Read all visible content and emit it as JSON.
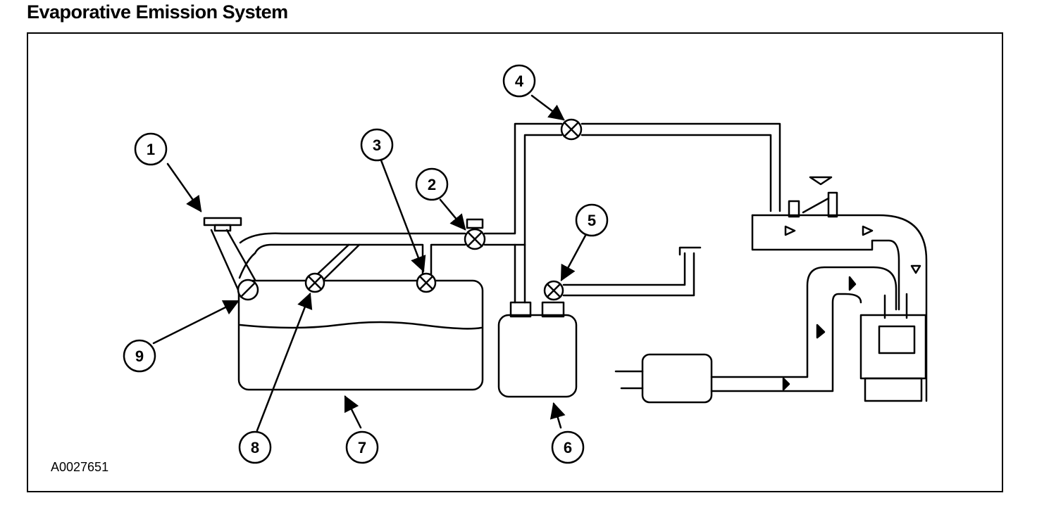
{
  "title": "Evaporative Emission System",
  "figure_code": "A0027651",
  "callouts": [
    "1",
    "2",
    "3",
    "4",
    "5",
    "6",
    "7",
    "8",
    "9"
  ]
}
